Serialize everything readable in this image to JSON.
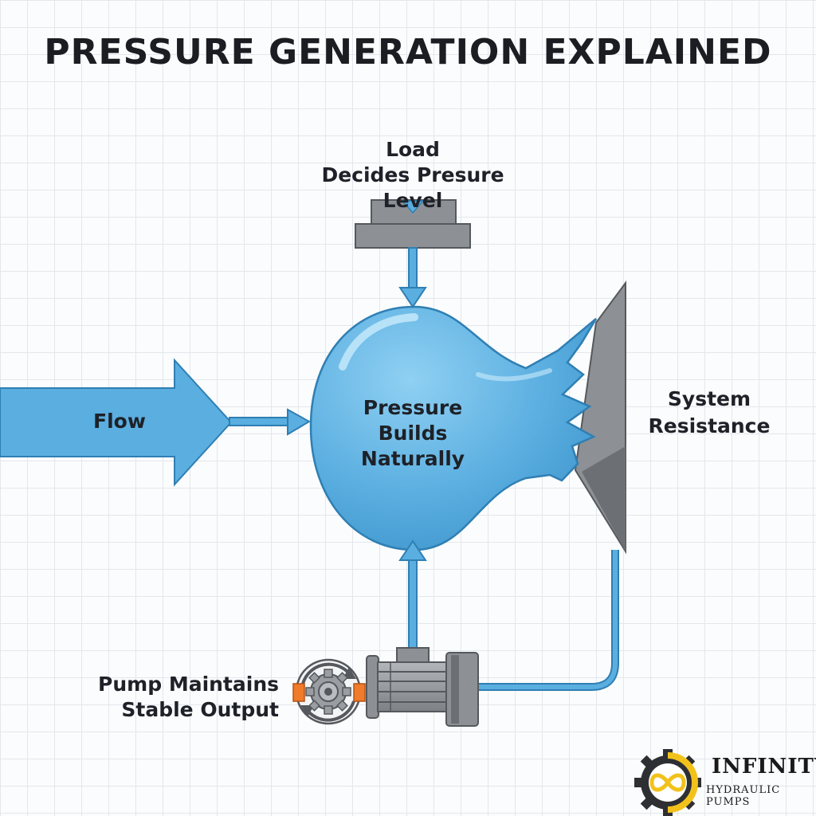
{
  "title": "PRESSURE GENERATION EXPLAINED",
  "load": {
    "heading": "Load",
    "subheading": "Decides Presure Level"
  },
  "flow": {
    "label": "Flow"
  },
  "bulb": {
    "line1": "Pressure",
    "line2": "Builds",
    "line3": "Naturally"
  },
  "resistance": {
    "line1": "System",
    "line2": "Resistance"
  },
  "pump": {
    "line1": "Pump Maintains",
    "line2": "Stable Output"
  },
  "logo": {
    "name": "INFINITY",
    "tagline": "HYDRAULIC PUMPS"
  },
  "colors": {
    "water": "#5aaee0",
    "water_dark": "#2f7fb3",
    "metal": "#8d9196",
    "metal_dark": "#55595e",
    "accent_orange": "#f07b2a",
    "logo_gold": "#f2c21b"
  },
  "icons": [
    "gear-icon",
    "infinity-icon",
    "rotation-arrow-icon"
  ]
}
